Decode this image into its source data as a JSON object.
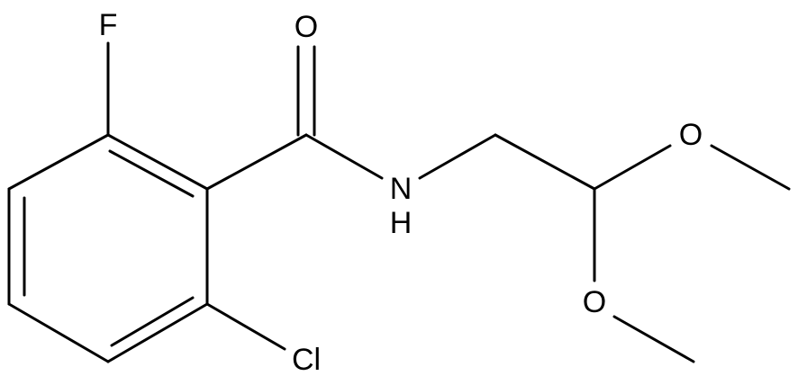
{
  "molecule": {
    "atoms": {
      "fluorine": "F",
      "oxygen_carbonyl": "O",
      "nitrogen": "N",
      "hydrogen": "H",
      "oxygen_methoxy_upper": "O",
      "oxygen_methoxy_lower": "O",
      "chlorine": "Cl"
    }
  },
  "colors": {
    "bond": "#000000",
    "background": "#ffffff"
  }
}
